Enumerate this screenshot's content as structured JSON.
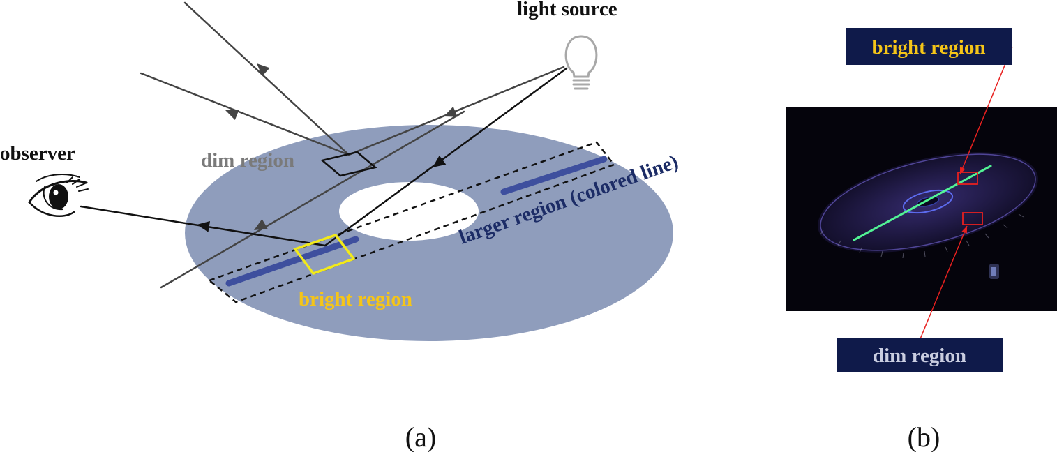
{
  "panel_a": {
    "caption": "(a)",
    "labels": {
      "light_source": "light source",
      "observer": "observer",
      "dim_region": "dim region",
      "bright_region": "bright region",
      "larger_region": "larger region (colored line)"
    },
    "colors": {
      "disc": "#8f9dbc",
      "colored_line": "#3e4f9e",
      "bright_marker": "#f2ea1a",
      "bright_text": "#f5c518",
      "dim_text": "#7a7a7a",
      "larger_text": "#1c2c66",
      "ray_gray": "#444444",
      "ray_dark": "#111111",
      "bulb": "#a8a8a8"
    }
  },
  "panel_b": {
    "caption": "(b)",
    "labels": {
      "bright_region": "bright region",
      "dim_region": "dim region"
    },
    "colors": {
      "label_box": "#0f1a4a",
      "bright_text": "#f5c518",
      "dim_text": "#c9cde0",
      "pointer": "#e8201f",
      "photo_bg": "#05040c",
      "green_line": "#55ff99"
    }
  }
}
